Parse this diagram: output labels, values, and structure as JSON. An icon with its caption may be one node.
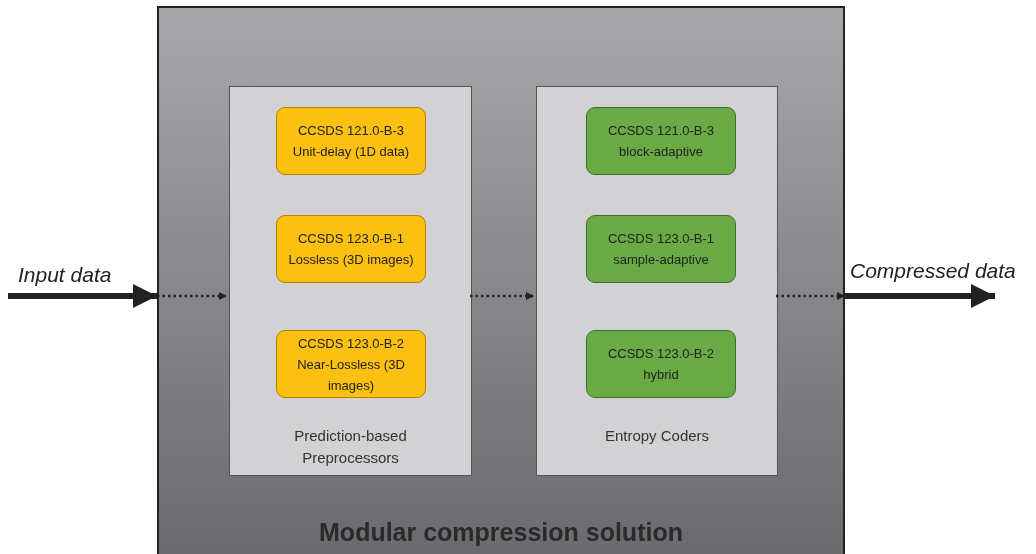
{
  "diagram": {
    "nodes": [
      {
        "text": [
          "Modular compression solution"
        ]
      },
      {
        "text": [
          "Prediction-based Preprocessors"
        ],
        "in": 0
      },
      {
        "text": [
          "CCSDS 121.0-B-3 Unit-delay (1D data)"
        ],
        "in": 1
      },
      {
        "text": [
          "CCSDS 123.0-B-1 Lossless (3D images)"
        ],
        "in": 1
      },
      {
        "text": [
          "CCSDS 123.0-B-2 Near-Lossless (3D images)"
        ],
        "in": 1
      },
      {
        "text": [
          "Entropy Coders"
        ],
        "in": 0
      },
      {
        "text": [
          "CCSDS 121.0-B-3 block-adaptive"
        ],
        "in": 5
      },
      {
        "text": [
          "CCSDS 123.0-B-1 sample-adaptive"
        ],
        "in": 5
      },
      {
        "text": [
          "CCSDS 123.0-B-2 hybrid"
        ],
        "in": 5
      }
    ],
    "edges": [
      {
        "from": null,
        "to": 0,
        "arrow": "to",
        "label": "Input data",
        "style": "thick"
      },
      {
        "from": 0,
        "to": 1,
        "arrow": "to",
        "style": "dashed"
      },
      {
        "from": 1,
        "to": 5,
        "arrow": "to",
        "style": "dashed"
      },
      {
        "from": 5,
        "to": 0,
        "arrow": "to",
        "style": "dashed"
      },
      {
        "from": 0,
        "to": null,
        "arrow": "to",
        "label": "Compressed data",
        "style": "thick"
      }
    ]
  }
}
